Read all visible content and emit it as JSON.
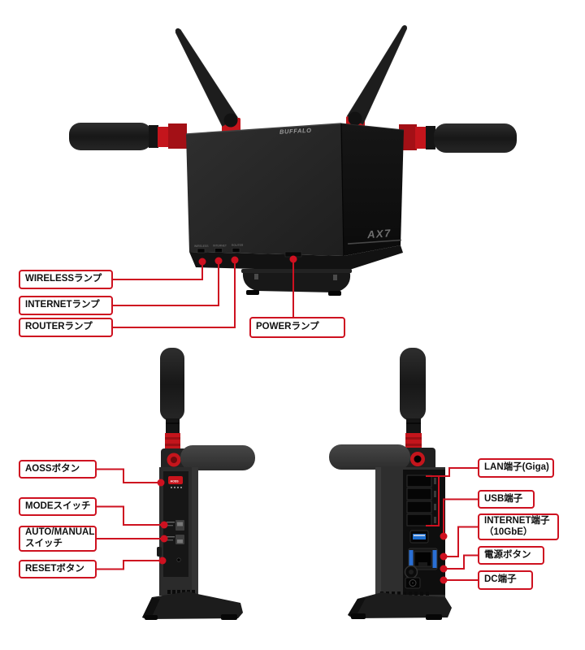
{
  "colors": {
    "callout-red": "#ce1120",
    "device-red": "#c4151c"
  },
  "front_view": {
    "brand_logo": "BUFFALO",
    "model_logo": "AX7",
    "led_labels": [
      "WIRELESS",
      "INTERNET",
      "ROUTER"
    ]
  },
  "side_view": {
    "aoss_button_text": "AOSS"
  },
  "callouts": {
    "wireless_lamp": "WIRELESSランプ",
    "internet_lamp": "INTERNETランプ",
    "router_lamp": "ROUTERランプ",
    "power_lamp": "POWERランプ",
    "aoss_button": "AOSSボタン",
    "mode_switch": "MODEスイッチ",
    "auto_manual_switch": "AUTO/MANUAL\nスイッチ",
    "reset_button": "RESETボタン",
    "lan_port": "LAN端子(Giga)",
    "usb_port": "USB端子",
    "internet_port": "INTERNET端子\n（10GbE）",
    "power_button": "電源ボタン",
    "dc_port": "DC端子"
  }
}
